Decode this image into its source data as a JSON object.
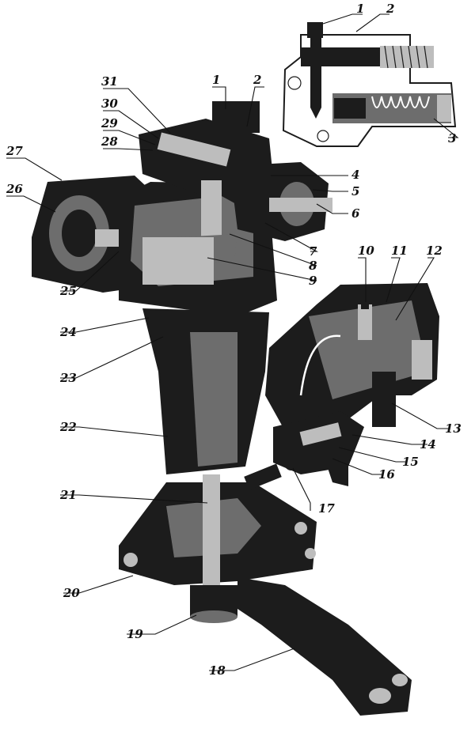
{
  "callouts": [
    {
      "id": "1",
      "text": "1"
    },
    {
      "id": "2",
      "text": "2"
    },
    {
      "id": "3",
      "text": "3"
    },
    {
      "id": "1b",
      "text": "1"
    },
    {
      "id": "2b",
      "text": "2"
    },
    {
      "id": "31",
      "text": "31"
    },
    {
      "id": "30",
      "text": "30"
    },
    {
      "id": "29",
      "text": "29"
    },
    {
      "id": "28",
      "text": "28"
    },
    {
      "id": "27",
      "text": "27"
    },
    {
      "id": "26",
      "text": "26"
    },
    {
      "id": "4",
      "text": "4"
    },
    {
      "id": "5",
      "text": "5"
    },
    {
      "id": "6",
      "text": "6"
    },
    {
      "id": "7",
      "text": "7"
    },
    {
      "id": "8",
      "text": "8"
    },
    {
      "id": "9",
      "text": "9"
    },
    {
      "id": "25",
      "text": "25"
    },
    {
      "id": "24",
      "text": "24"
    },
    {
      "id": "23",
      "text": "23"
    },
    {
      "id": "10",
      "text": "10"
    },
    {
      "id": "11",
      "text": "11"
    },
    {
      "id": "12",
      "text": "12"
    },
    {
      "id": "13",
      "text": "13"
    },
    {
      "id": "14",
      "text": "14"
    },
    {
      "id": "15",
      "text": "15"
    },
    {
      "id": "16",
      "text": "16"
    },
    {
      "id": "17",
      "text": "17"
    },
    {
      "id": "22",
      "text": "22"
    },
    {
      "id": "21",
      "text": "21"
    },
    {
      "id": "20",
      "text": "20"
    },
    {
      "id": "19",
      "text": "19"
    },
    {
      "id": "18",
      "text": "18"
    }
  ],
  "colors": {
    "ink": "#1c1c1c",
    "paper": "#ffffff",
    "shade": "#6d6d6d"
  }
}
